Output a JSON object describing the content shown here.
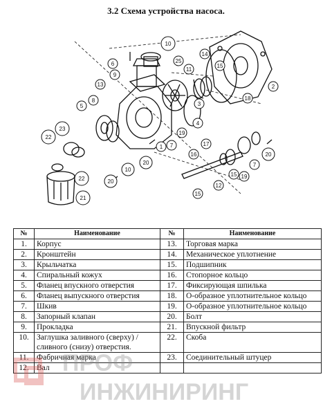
{
  "title": "3.2 Схема устройства насоса.",
  "table": {
    "headers": [
      "№",
      "Наименование",
      "№",
      "Наименование"
    ],
    "rows": [
      {
        "n1": "1.",
        "name1": "Корпус",
        "n2": "13.",
        "name2": "Торговая марка"
      },
      {
        "n1": "2.",
        "name1": "Кронштейн",
        "n2": "14.",
        "name2": "Механическое уплотнение"
      },
      {
        "n1": "3.",
        "name1": "Крыльчатка",
        "n2": "15.",
        "name2": "Подшипник"
      },
      {
        "n1": "4.",
        "name1": "Спиральный кожух",
        "n2": "16.",
        "name2": "Стопорное кольцо"
      },
      {
        "n1": "5.",
        "name1": "Фланец впускного отверстия",
        "n2": "17.",
        "name2": "Фиксирующая шпилька"
      },
      {
        "n1": "6.",
        "name1": "Фланец выпускного отверстия",
        "n2": "18.",
        "name2": "О-образное уплотнительное кольцо"
      },
      {
        "n1": "7.",
        "name1": "Шкив",
        "n2": "19.",
        "name2": "О-образное уплотнительное кольцо"
      },
      {
        "n1": "8.",
        "name1": "Запорный клапан",
        "n2": "20.",
        "name2": "Болт"
      },
      {
        "n1": "9.",
        "name1": "Прокладка",
        "n2": "21.",
        "name2": "Впускной фильтр"
      },
      {
        "n1": "10.",
        "name1": "Заглушка заливного (сверху) /сливного (снизу) отверстия.",
        "n2": "22.",
        "name2": "Скоба"
      },
      {
        "n1": "11.",
        "name1": "Фабричная марка",
        "n2": "23.",
        "name2": "Соединительный штуцер"
      },
      {
        "n1": "12.",
        "name1": "Вал",
        "n2": "",
        "name2": ""
      }
    ]
  },
  "diagram": {
    "callouts": [
      "1",
      "2",
      "3",
      "4",
      "5",
      "6",
      "7",
      "8",
      "9",
      "10",
      "11",
      "12",
      "13",
      "14",
      "15",
      "16",
      "17",
      "18",
      "19",
      "20",
      "21",
      "22",
      "23",
      "25"
    ]
  },
  "watermark": {
    "line1": "ПРОФ",
    "line2": "ИНЖИНИРИНГ",
    "accent": "#d9534f"
  }
}
